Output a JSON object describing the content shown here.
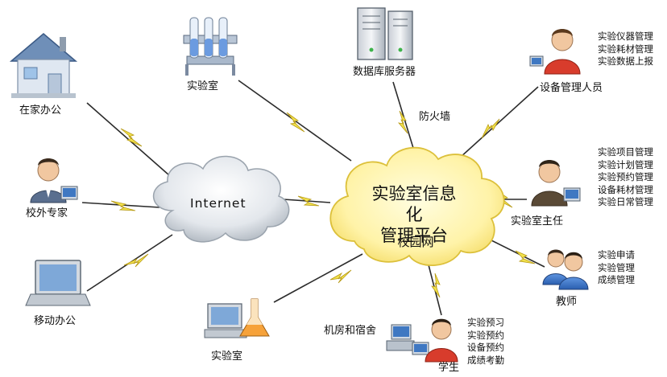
{
  "center": {
    "title_line1": "实验室信息化",
    "title_line2": "管理平台",
    "subtitle": "校园网"
  },
  "internet": {
    "label": "Internet"
  },
  "nodes": {
    "home_office": "在家办公",
    "external_expert": "校外专家",
    "mobile_office": "移动办公",
    "lab_top": "实验室",
    "db_server": "数据库服务器",
    "firewall": "防火墙",
    "equipment_admin": "设备管理人员",
    "lab_director": "实验室主任",
    "teacher": "教师",
    "student": "学生",
    "dorm": "机房和宿舍",
    "lab_bottom": "实验室"
  },
  "lists": {
    "equipment_admin": [
      "实验仪器管理",
      "实验耗材管理",
      "实验数据上报"
    ],
    "lab_director": [
      "实验项目管理",
      "实验计划管理",
      "实验预约管理",
      "设备耗材管理",
      "实验日常管理"
    ],
    "teacher": [
      "实验申请",
      "实验管理",
      "成绩管理"
    ],
    "student": [
      "实验预习",
      "实验预约",
      "设备预约",
      "成绩考勤"
    ]
  },
  "colors": {
    "cloud_fill": "#fff3a8",
    "cloud_stroke": "#e0c43a",
    "internet_cloud": "#dfe4ea",
    "line": "#333333",
    "bolt": "#f2e24c"
  }
}
